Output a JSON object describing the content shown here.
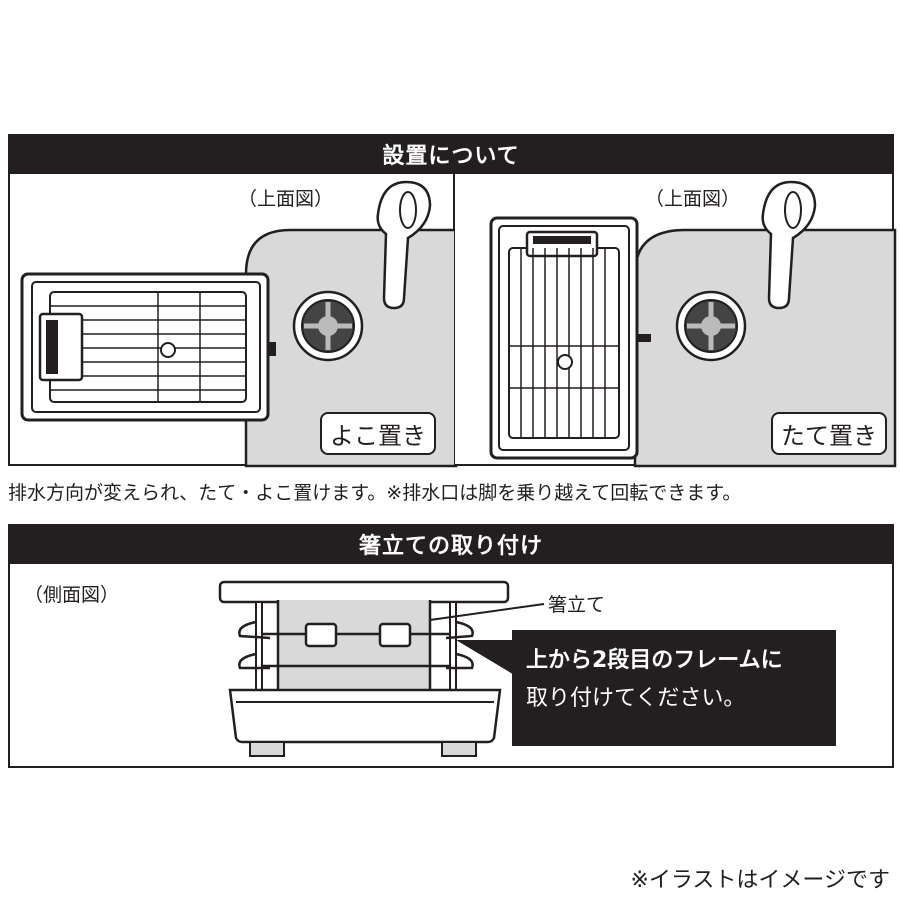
{
  "section1": {
    "title": "設置について",
    "left": {
      "view_label": "（上面図）",
      "tag": "よこ置き"
    },
    "right": {
      "view_label": "（上面図）",
      "tag": "たて置き"
    },
    "caption": "排水方向が変えられ、たて・よこ置けます。※排水口は脚を乗り越えて回転できます。"
  },
  "section2": {
    "title": "箸立ての取り付け",
    "view_label": "（側面図）",
    "part_label": "箸立て",
    "callout_line1": "上から2段目のフレームに",
    "callout_line2": "取り付けてください。"
  },
  "footnote": "※イラストはイメージです"
}
